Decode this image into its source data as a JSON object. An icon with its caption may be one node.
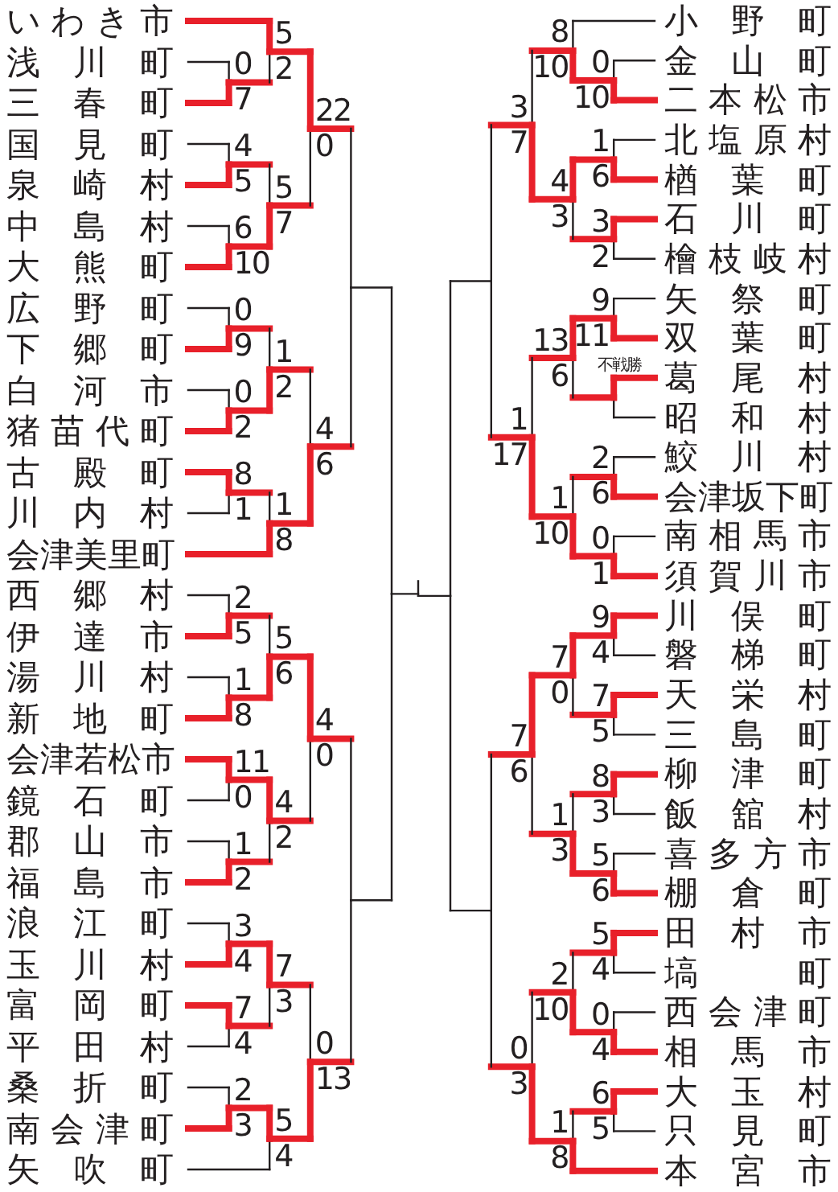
{
  "diagram": {
    "labels": [
      "いわき市",
      "浅川町",
      "三春町",
      "国見町",
      "泉崎村",
      "中島村",
      "大熊町",
      "広野町",
      "下郷町",
      "白河市",
      "猪苗代町",
      "古殿町",
      "川内村",
      "会津美里町",
      "西郷村",
      "伊達市",
      "湯川村",
      "新地町",
      "会津若松市",
      "鏡石町",
      "郡山市",
      "福島市",
      "浪江町",
      "玉川村",
      "富岡町",
      "平田村",
      "桑折町",
      "南会津町",
      "矢吹町",
      "0",
      "7",
      "5",
      "2",
      "4",
      "5",
      "6",
      "10",
      "5",
      "7",
      "22",
      "0",
      "0",
      "9",
      "0",
      "2",
      "1",
      "2",
      "8",
      "1",
      "1",
      "8",
      "4",
      "6",
      "2",
      "5",
      "1",
      "8",
      "5",
      "6",
      "11",
      "0",
      "1",
      "2",
      "4",
      "2",
      "4",
      "0",
      "3",
      "4",
      "7",
      "4",
      "7",
      "3",
      "2",
      "3",
      "5",
      "4",
      "0",
      "13",
      "小野町",
      "金山町",
      "二本松市",
      "北塩原村",
      "楢葉町",
      "石川町",
      "檜枝岐村",
      "矢祭町",
      "双葉町",
      "葛尾村",
      "昭和村",
      "鮫川村",
      "会津坂下町",
      "南相馬市",
      "須賀川市",
      "川俣町",
      "磐梯町",
      "天栄村",
      "三島町",
      "柳津町",
      "飯舘村",
      "喜多方市",
      "棚倉町",
      "田村市",
      "塙町",
      "西会津町",
      "相馬市",
      "大玉村",
      "只見町",
      "本宮市",
      "0",
      "10",
      "8",
      "10",
      "1",
      "6",
      "3",
      "2",
      "4",
      "3",
      "3",
      "7",
      "9",
      "11",
      "不戦勝",
      "13",
      "6",
      "2",
      "6",
      "0",
      "1",
      "1",
      "10",
      "1",
      "17",
      "9",
      "4",
      "7",
      "5",
      "7",
      "0",
      "8",
      "3",
      "5",
      "6",
      "1",
      "3",
      "7",
      "6",
      "5",
      "4",
      "0",
      "4",
      "2",
      "10",
      "6",
      "5",
      "1",
      "8",
      "0",
      "3"
    ]
  }
}
